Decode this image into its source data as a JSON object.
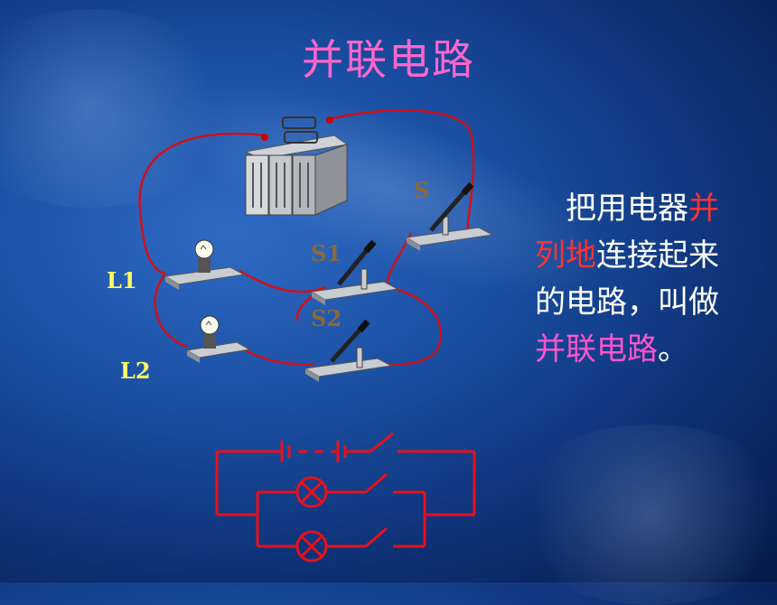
{
  "slide": {
    "title": "并联电路",
    "definition": {
      "p1": "　把用电器",
      "p2": "并列地",
      "p3": "连接起来的电路，叫做",
      "p4": "并联电路",
      "p5": "。"
    }
  },
  "labels": {
    "switch_main": "S",
    "switch_1": "S1",
    "switch_2": "S2",
    "lamp_1": "L1",
    "lamp_2": "L2"
  },
  "colors": {
    "title": "#ff66cc",
    "highlight_red": "#ff3333",
    "highlight_pink": "#ff55cc",
    "wire": "#d0101a",
    "schematic": "#e8101a",
    "switch_label": "#8a6a3a",
    "lamp_label": "#ffff66"
  },
  "icons": [
    "battery-icon",
    "knife-switch-icon",
    "bulb-icon",
    "lamp-symbol-icon"
  ]
}
